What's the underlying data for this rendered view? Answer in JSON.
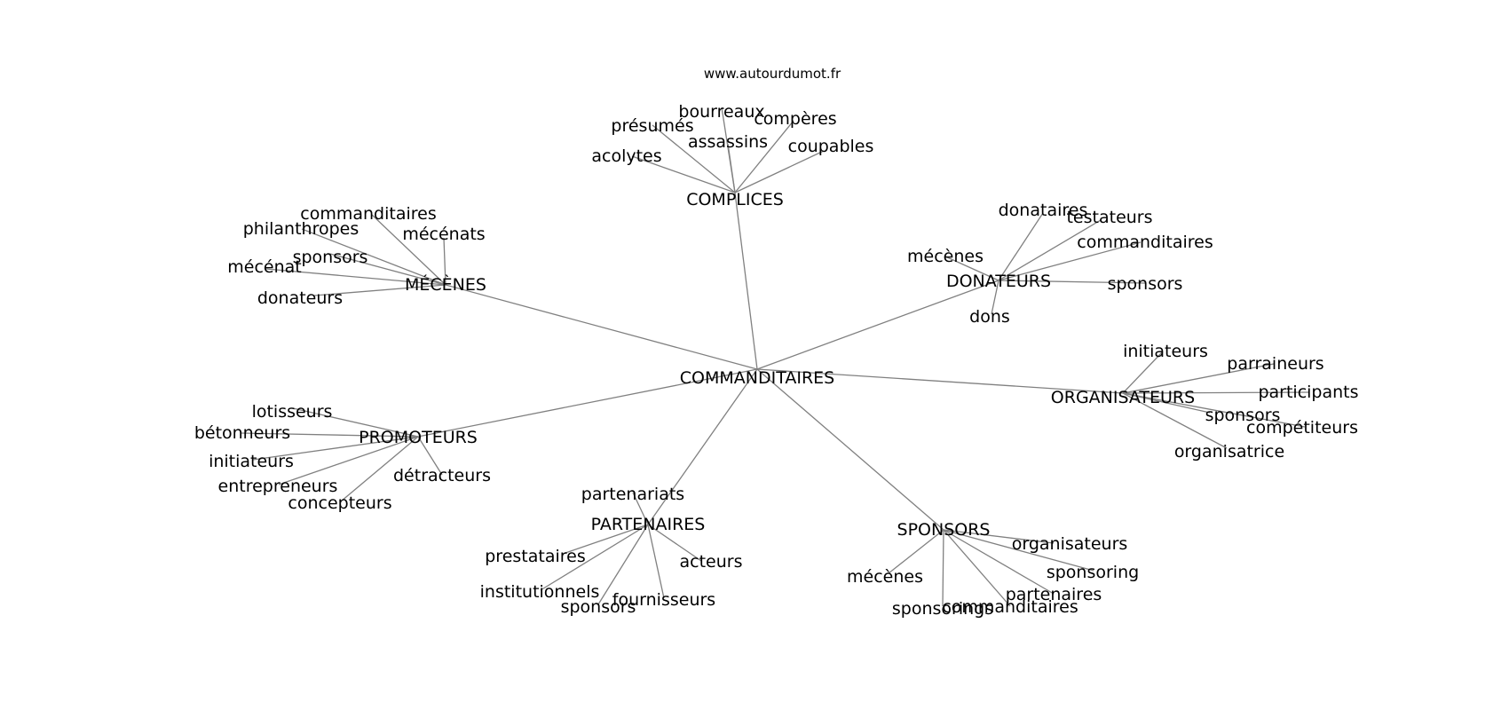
{
  "header": {
    "credit": "www.autourdumot.fr"
  },
  "colors": {
    "edge": "#808080",
    "text": "#000000",
    "background": "#ffffff"
  },
  "graph": {
    "center": "COMMANDITAIRES",
    "clusters": [
      {
        "name": "COMPLICES",
        "words": [
          "bourreaux",
          "présumés",
          "compères",
          "assassins",
          "acolytes",
          "coupables"
        ]
      },
      {
        "name": "MÉCÈNES",
        "words": [
          "commanditaires",
          "philanthropes",
          "mécénats",
          "sponsors",
          "mécénat",
          "donateurs"
        ]
      },
      {
        "name": "DONATEURS",
        "words": [
          "donataires",
          "testateurs",
          "commanditaires",
          "mécènes",
          "sponsors",
          "dons"
        ]
      },
      {
        "name": "ORGANISATEURS",
        "words": [
          "initiateurs",
          "parraineurs",
          "participants",
          "sponsors",
          "compétiteurs",
          "organisatrice"
        ]
      },
      {
        "name": "PROMOTEURS",
        "words": [
          "lotisseurs",
          "bétonneurs",
          "initiateurs",
          "entrepreneurs",
          "détracteurs",
          "concepteurs"
        ]
      },
      {
        "name": "PARTENAIRES",
        "words": [
          "partenariats",
          "prestataires",
          "acteurs",
          "institutionnels",
          "fournisseurs",
          "sponsors"
        ]
      },
      {
        "name": "SPONSORS",
        "words": [
          "organisateurs",
          "sponsoring",
          "mécènes",
          "partenaires",
          "commanditaires",
          "sponsorings"
        ]
      }
    ]
  }
}
